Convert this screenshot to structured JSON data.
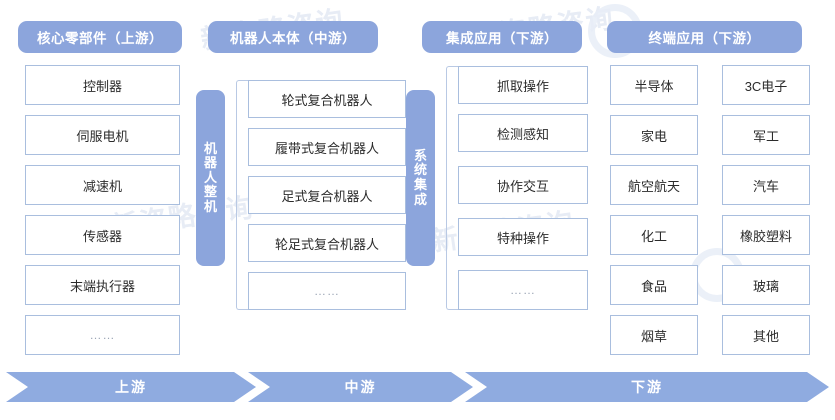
{
  "columns": [
    {
      "id": "upstream-core-components",
      "header": "核心零部件（上游）",
      "items": [
        "控制器",
        "伺服电机",
        "减速机",
        "传感器",
        "末端执行器",
        "……"
      ]
    },
    {
      "id": "midstream-robot-body",
      "header": "机器人本体（中游）",
      "vertical_label": "机器人整机",
      "items": [
        "轮式复合机器人",
        "履带式复合机器人",
        "足式复合机器人",
        "轮足式复合机器人",
        "……"
      ]
    },
    {
      "id": "downstream-integrated-application",
      "header": "集成应用（下游）",
      "vertical_label": "系统集成",
      "items": [
        "抓取操作",
        "检测感知",
        "协作交互",
        "特种操作",
        "……"
      ]
    },
    {
      "id": "downstream-terminal-application",
      "header": "终端应用（下游）",
      "items_left": [
        "半导体",
        "家电",
        "航空航天",
        "化工",
        "食品",
        "烟草"
      ],
      "items_right": [
        "3C电子",
        "军工",
        "汽车",
        "橡胶塑料",
        "玻璃",
        "其他"
      ]
    }
  ],
  "flow_band": [
    {
      "id": "flow-upstream",
      "label": "上游"
    },
    {
      "id": "flow-midstream",
      "label": "中游"
    },
    {
      "id": "flow-downstream",
      "label": "下游"
    }
  ],
  "watermarks": [
    "新咨略咨询",
    "新咨略咨询",
    "新咨略咨询",
    "新咨略咨询"
  ],
  "colors": {
    "pill": "#8ca5dc",
    "vertical_label": "#8ca5dc",
    "box_border": "#a9bede",
    "chevron": "#8fabe0",
    "box_text": "#2b2b2b",
    "ellipsis_text": "#9aa4b4",
    "watermark": "#e3e9f4"
  }
}
